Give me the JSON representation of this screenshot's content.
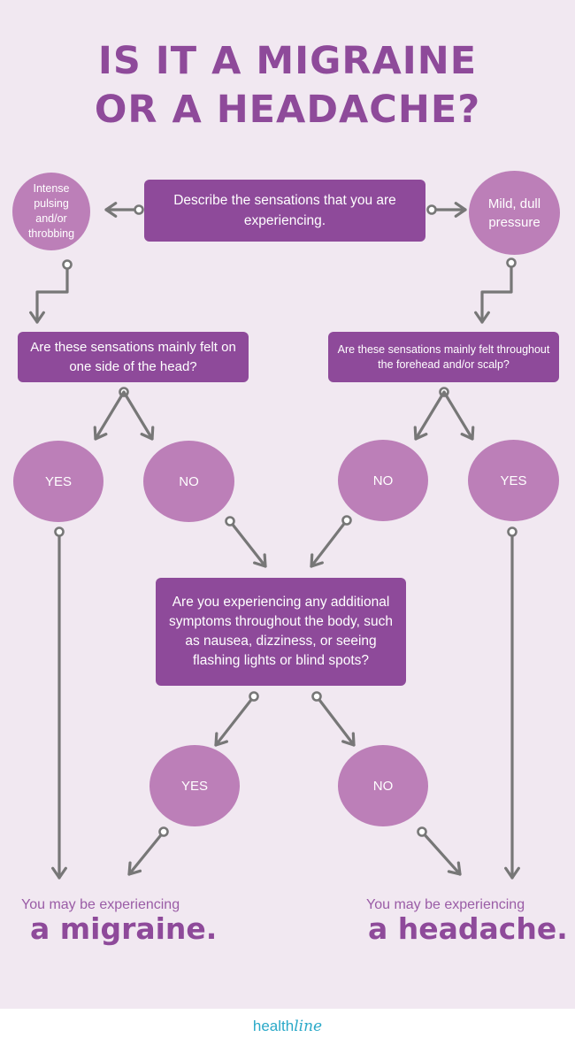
{
  "title": {
    "line1": "IS IT A MIGRAINE",
    "line2": "OR A HEADACHE?"
  },
  "start_question": "Describe the sensations that you are experiencing.",
  "left_option": "Intense pulsing and/or throbbing",
  "right_option": "Mild, dull pressure",
  "left_question": "Are these sensations mainly felt on one side of the head?",
  "right_question": "Are these sensations mainly felt throughout the forehead and/or scalp?",
  "answers": {
    "left_yes": "YES",
    "left_no": "NO",
    "right_no": "NO",
    "right_yes": "YES",
    "bottom_yes": "YES",
    "bottom_no": "NO"
  },
  "middle_question": "Are you experiencing any additional symptoms throughout the body, such as nausea, dizziness, or seeing flashing lights or blind spots?",
  "results": {
    "left_prefix": "You may be experiencing",
    "left_result": "a migraine.",
    "right_prefix": "You may be experiencing",
    "right_result": "a headache."
  },
  "footer": {
    "brand_part1": "health",
    "brand_part2": "line"
  },
  "colors": {
    "background": "#f1e8f1",
    "box": "#8e4a9a",
    "circle": "#bc7fb8",
    "arrow": "#777777",
    "brand": "#2aa9c8"
  }
}
